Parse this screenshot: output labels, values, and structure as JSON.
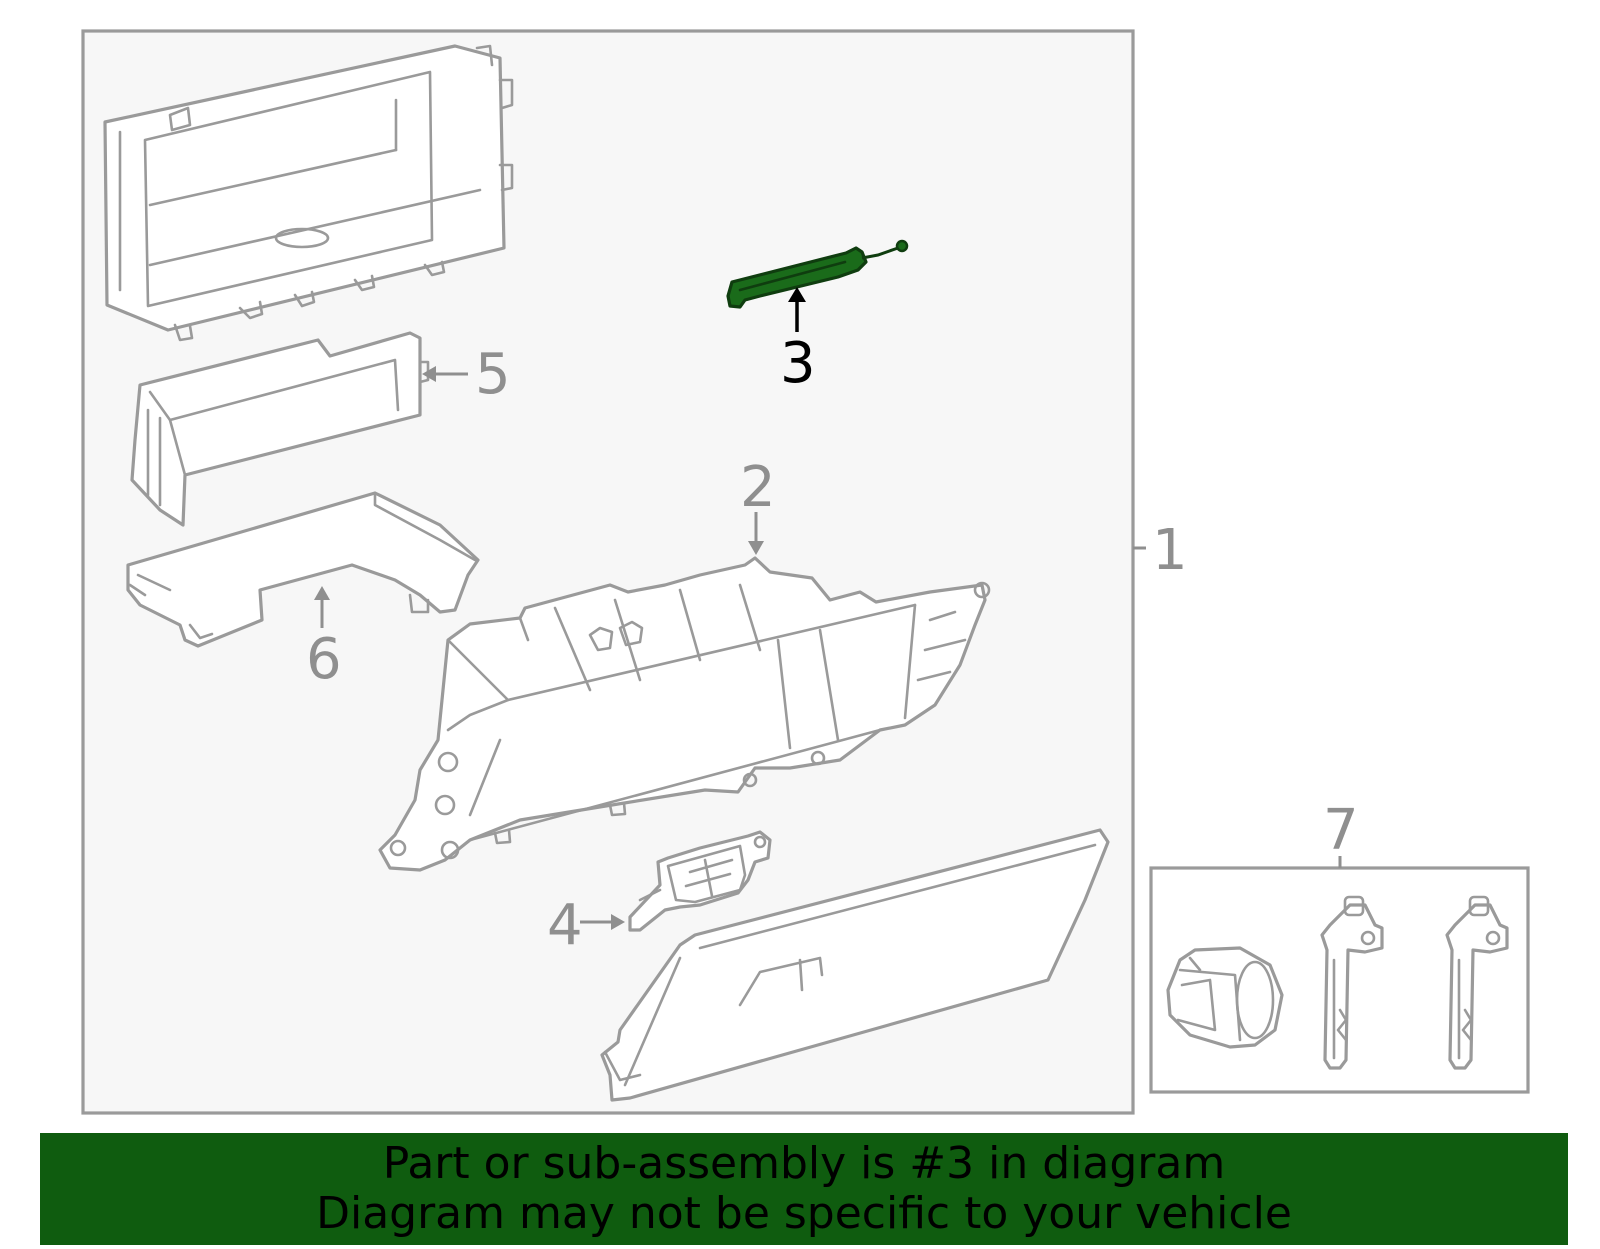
{
  "callouts": {
    "c1": "1",
    "c2": "2",
    "c3": "3",
    "c4": "4",
    "c5": "5",
    "c6": "6",
    "c7": "7"
  },
  "highlight": {
    "part": "3",
    "fill_color": "#1a6b1a",
    "stroke_color": "#0f3d0f"
  },
  "banner": {
    "line1": "Part or sub-assembly is #3 in diagram",
    "line2": "Diagram may not be specific to your vehicle",
    "background_color": "#0f5c0f"
  }
}
